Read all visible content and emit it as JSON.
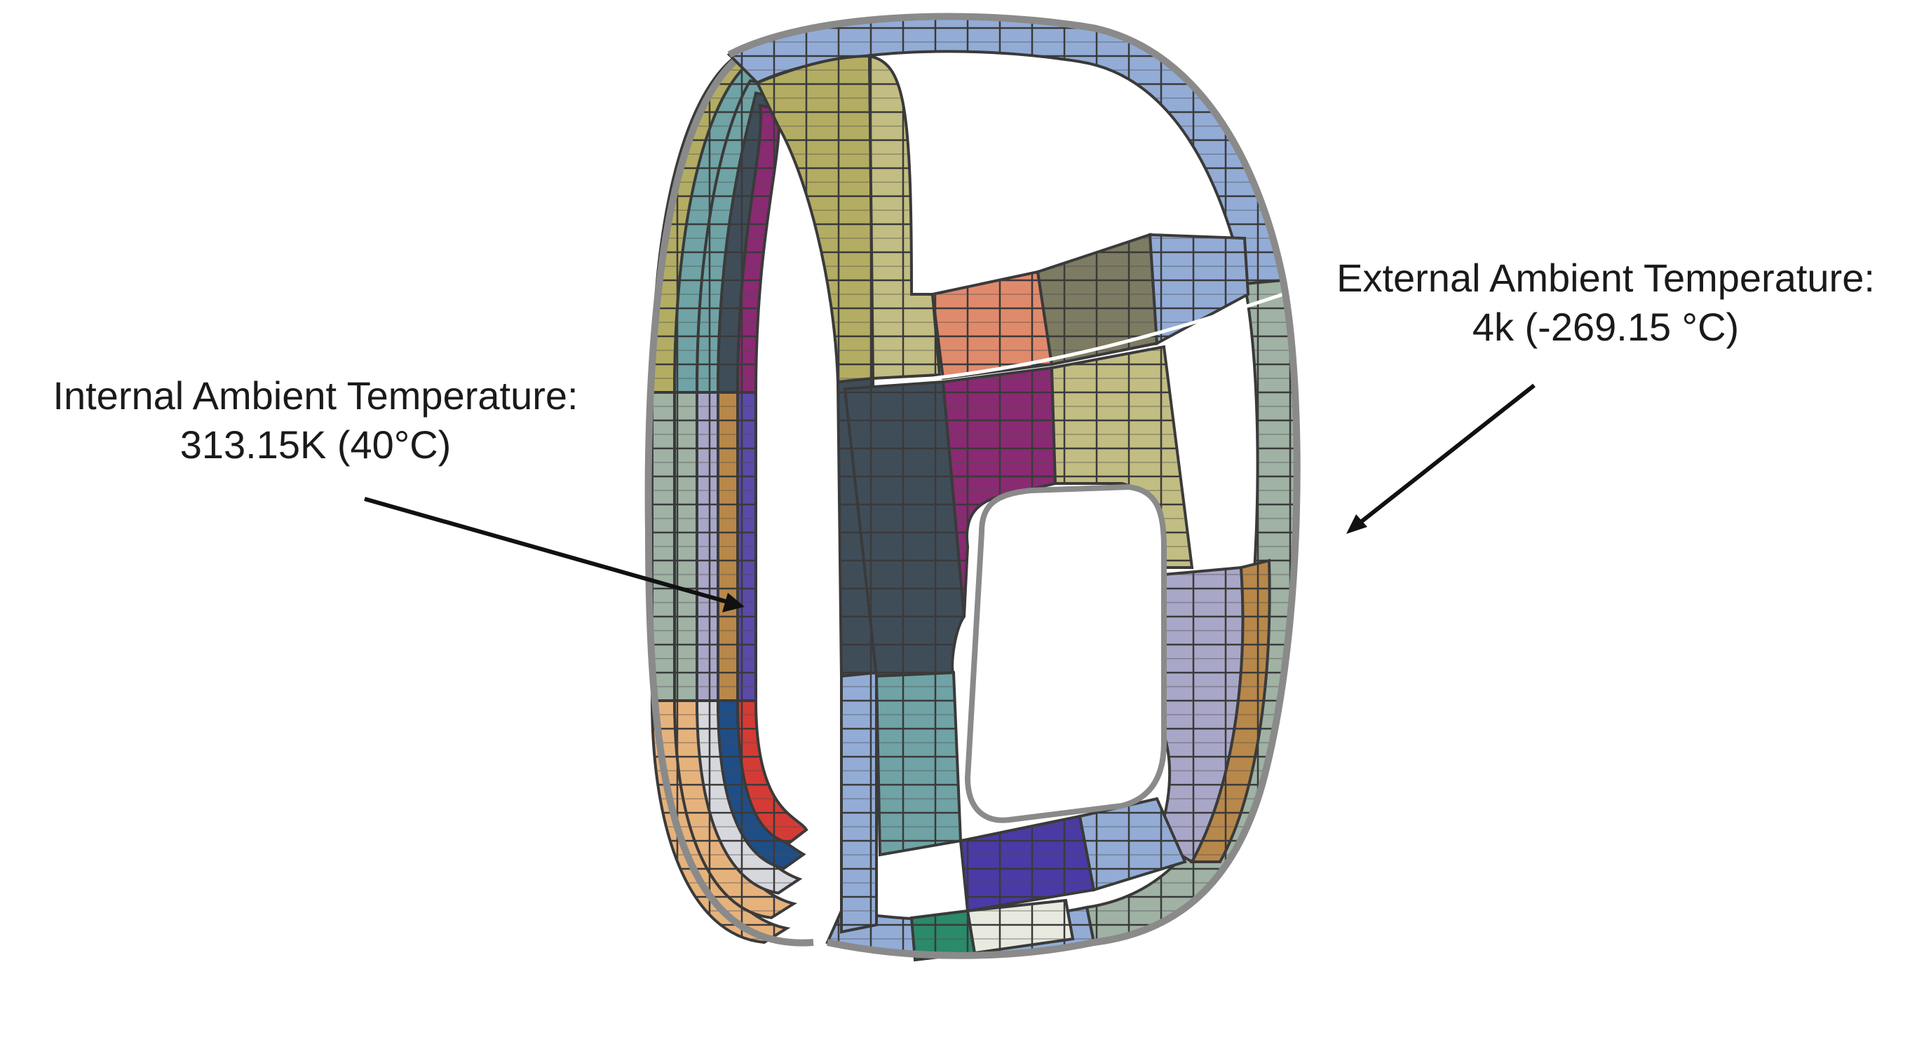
{
  "annotations": {
    "internal": {
      "line1": "Internal Ambient Temperature:",
      "line2": "313.15K (40°C)"
    },
    "external": {
      "line1": "External Ambient Temperature:",
      "line2": "4k (-269.15 °C)"
    }
  },
  "colors": {
    "frame": "#8a8a8a",
    "mesh_line": "#3a3a3a",
    "olive": "#b3ad63",
    "teal": "#6fa3a5",
    "slate": "#3f4d59",
    "blue_grey": "#93acd6",
    "magenta": "#8a2a72",
    "purple": "#5b4aa8",
    "salmon": "#e08a6c",
    "grey_olive": "#7d7b62",
    "sage": "#9fb2a4",
    "khaki": "#c2bd82",
    "lavender": "#a9a7c8",
    "ochre": "#b8884a",
    "navy": "#1f4e86",
    "red": "#d43b35",
    "tan": "#e6b27c",
    "green": "#2a8a6a",
    "violet": "#4a3aa6",
    "light_grey": "#d7d8de",
    "cream": "#e9eadf"
  }
}
